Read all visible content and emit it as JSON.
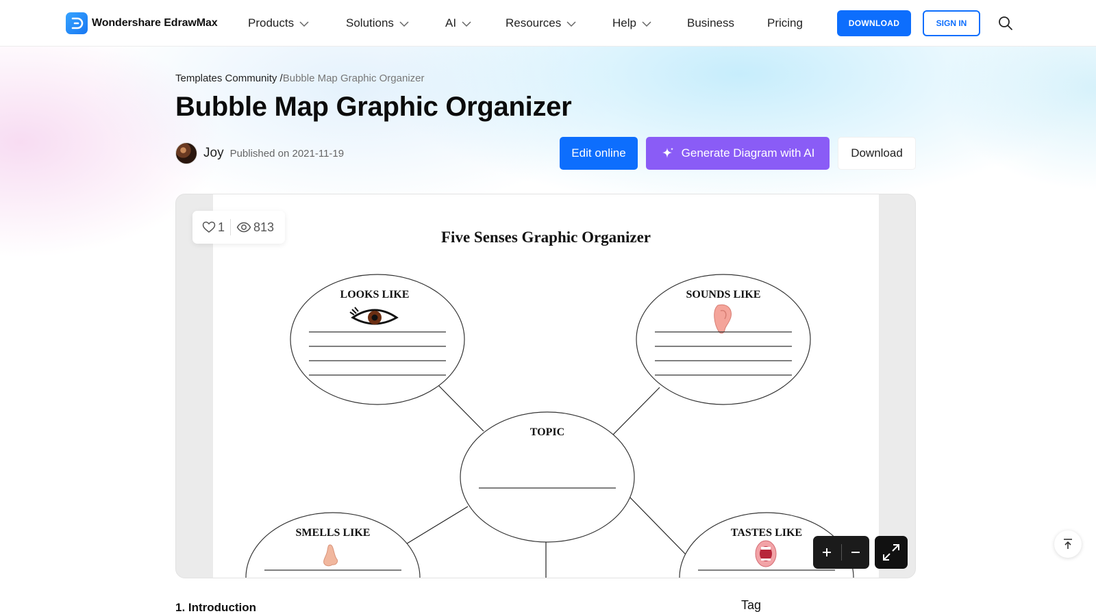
{
  "header": {
    "logo_text": "Wondershare EdrawMax",
    "nav": [
      {
        "label": "Products",
        "has_dropdown": true
      },
      {
        "label": "Solutions",
        "has_dropdown": true
      },
      {
        "label": "AI",
        "has_dropdown": true
      },
      {
        "label": "Resources",
        "has_dropdown": true
      },
      {
        "label": "Help",
        "has_dropdown": true
      },
      {
        "label": "Business",
        "has_dropdown": false
      },
      {
        "label": "Pricing",
        "has_dropdown": false
      }
    ],
    "download_label": "DOWNLOAD",
    "signin_label": "SIGN IN",
    "search_icon": "search-icon"
  },
  "breadcrumb": {
    "parent": "Templates Community /",
    "current": "Bubble Map Graphic Organizer"
  },
  "page": {
    "title": "Bubble Map Graphic Organizer",
    "author": "Joy",
    "published": "Published on 2021-11-19"
  },
  "actions": {
    "edit_online": "Edit online",
    "generate_ai": "Generate Diagram with AI",
    "download": "Download"
  },
  "stats": {
    "likes": "1",
    "views": "813"
  },
  "diagram": {
    "title": "Five Senses Graphic Organizer",
    "bubbles": {
      "looks": "LOOKS LIKE",
      "sounds": "SOUNDS LIKE",
      "topic": "TOPIC",
      "smells": "SMELLS LIKE",
      "tastes": "TASTES LIKE"
    }
  },
  "controls": {
    "zoom_in": "+",
    "zoom_out": "−"
  },
  "sections": {
    "intro": "1. Introduction",
    "tag": "Tag"
  },
  "colors": {
    "primary": "#0d6efd",
    "ai_purple": "#8a5cf6",
    "dark_control": "#1b1b1b"
  }
}
